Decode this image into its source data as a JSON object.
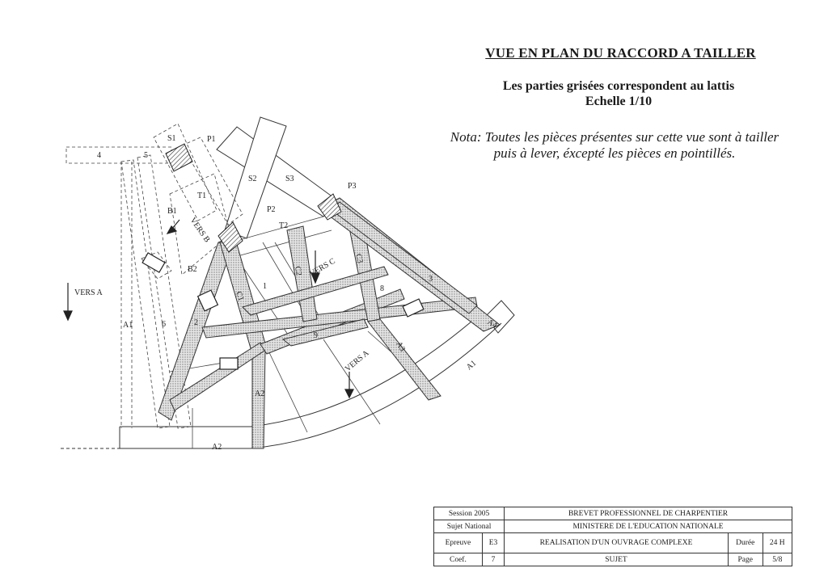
{
  "header": {
    "title": "VUE EN PLAN DU RACCORD A TAILLER",
    "line1": "Les parties grisées correspondent au lattis",
    "line2": "Echelle 1/10",
    "nota_label": "Nota:",
    "nota_text": "Toutes les pièces présentes sur cette vue sont à tailler puis à lever, éxcepté les pièces en pointillés."
  },
  "plan_labels": {
    "s1": "S1",
    "p1": "P1",
    "s2": "S2",
    "s3": "S3",
    "p3": "P3",
    "p2": "P2",
    "t1": "T1",
    "t2": "T2",
    "b1": "B1",
    "b2": "B2",
    "n4": "4",
    "n5": "5",
    "n1": "1",
    "n2": "2",
    "n6": "6",
    "n8": "8",
    "n9": "9",
    "n3": "3",
    "c1": "C1",
    "c2": "C2",
    "c3": "C3",
    "a1": "A1",
    "a2": "A2",
    "a3": "A3",
    "a4": "A4",
    "a1_mark": "A1",
    "a2_mark": "A2",
    "vers_a_left": "VERS A",
    "vers_b": "VERS B",
    "vers_c": "VERS C",
    "vers_a_right": "VERS A"
  },
  "cartouche": {
    "session": "Session 2005",
    "sujet_national": "Sujet National",
    "diplome": "BREVET PROFESSIONNEL DE CHARPENTIER",
    "ministere": "MINISTERE DE L'EDUCATION NATIONALE",
    "epreuve_label": "Epreuve",
    "epreuve_value": "E3",
    "epreuve_title": "REALISATION D'UN OUVRAGE COMPLEXE",
    "duree_label": "Durée",
    "duree_value": "24 H",
    "coef_label": "Coef.",
    "coef_value": "7",
    "document": "SUJET",
    "page_label": "Page",
    "page_value": "5/8"
  }
}
